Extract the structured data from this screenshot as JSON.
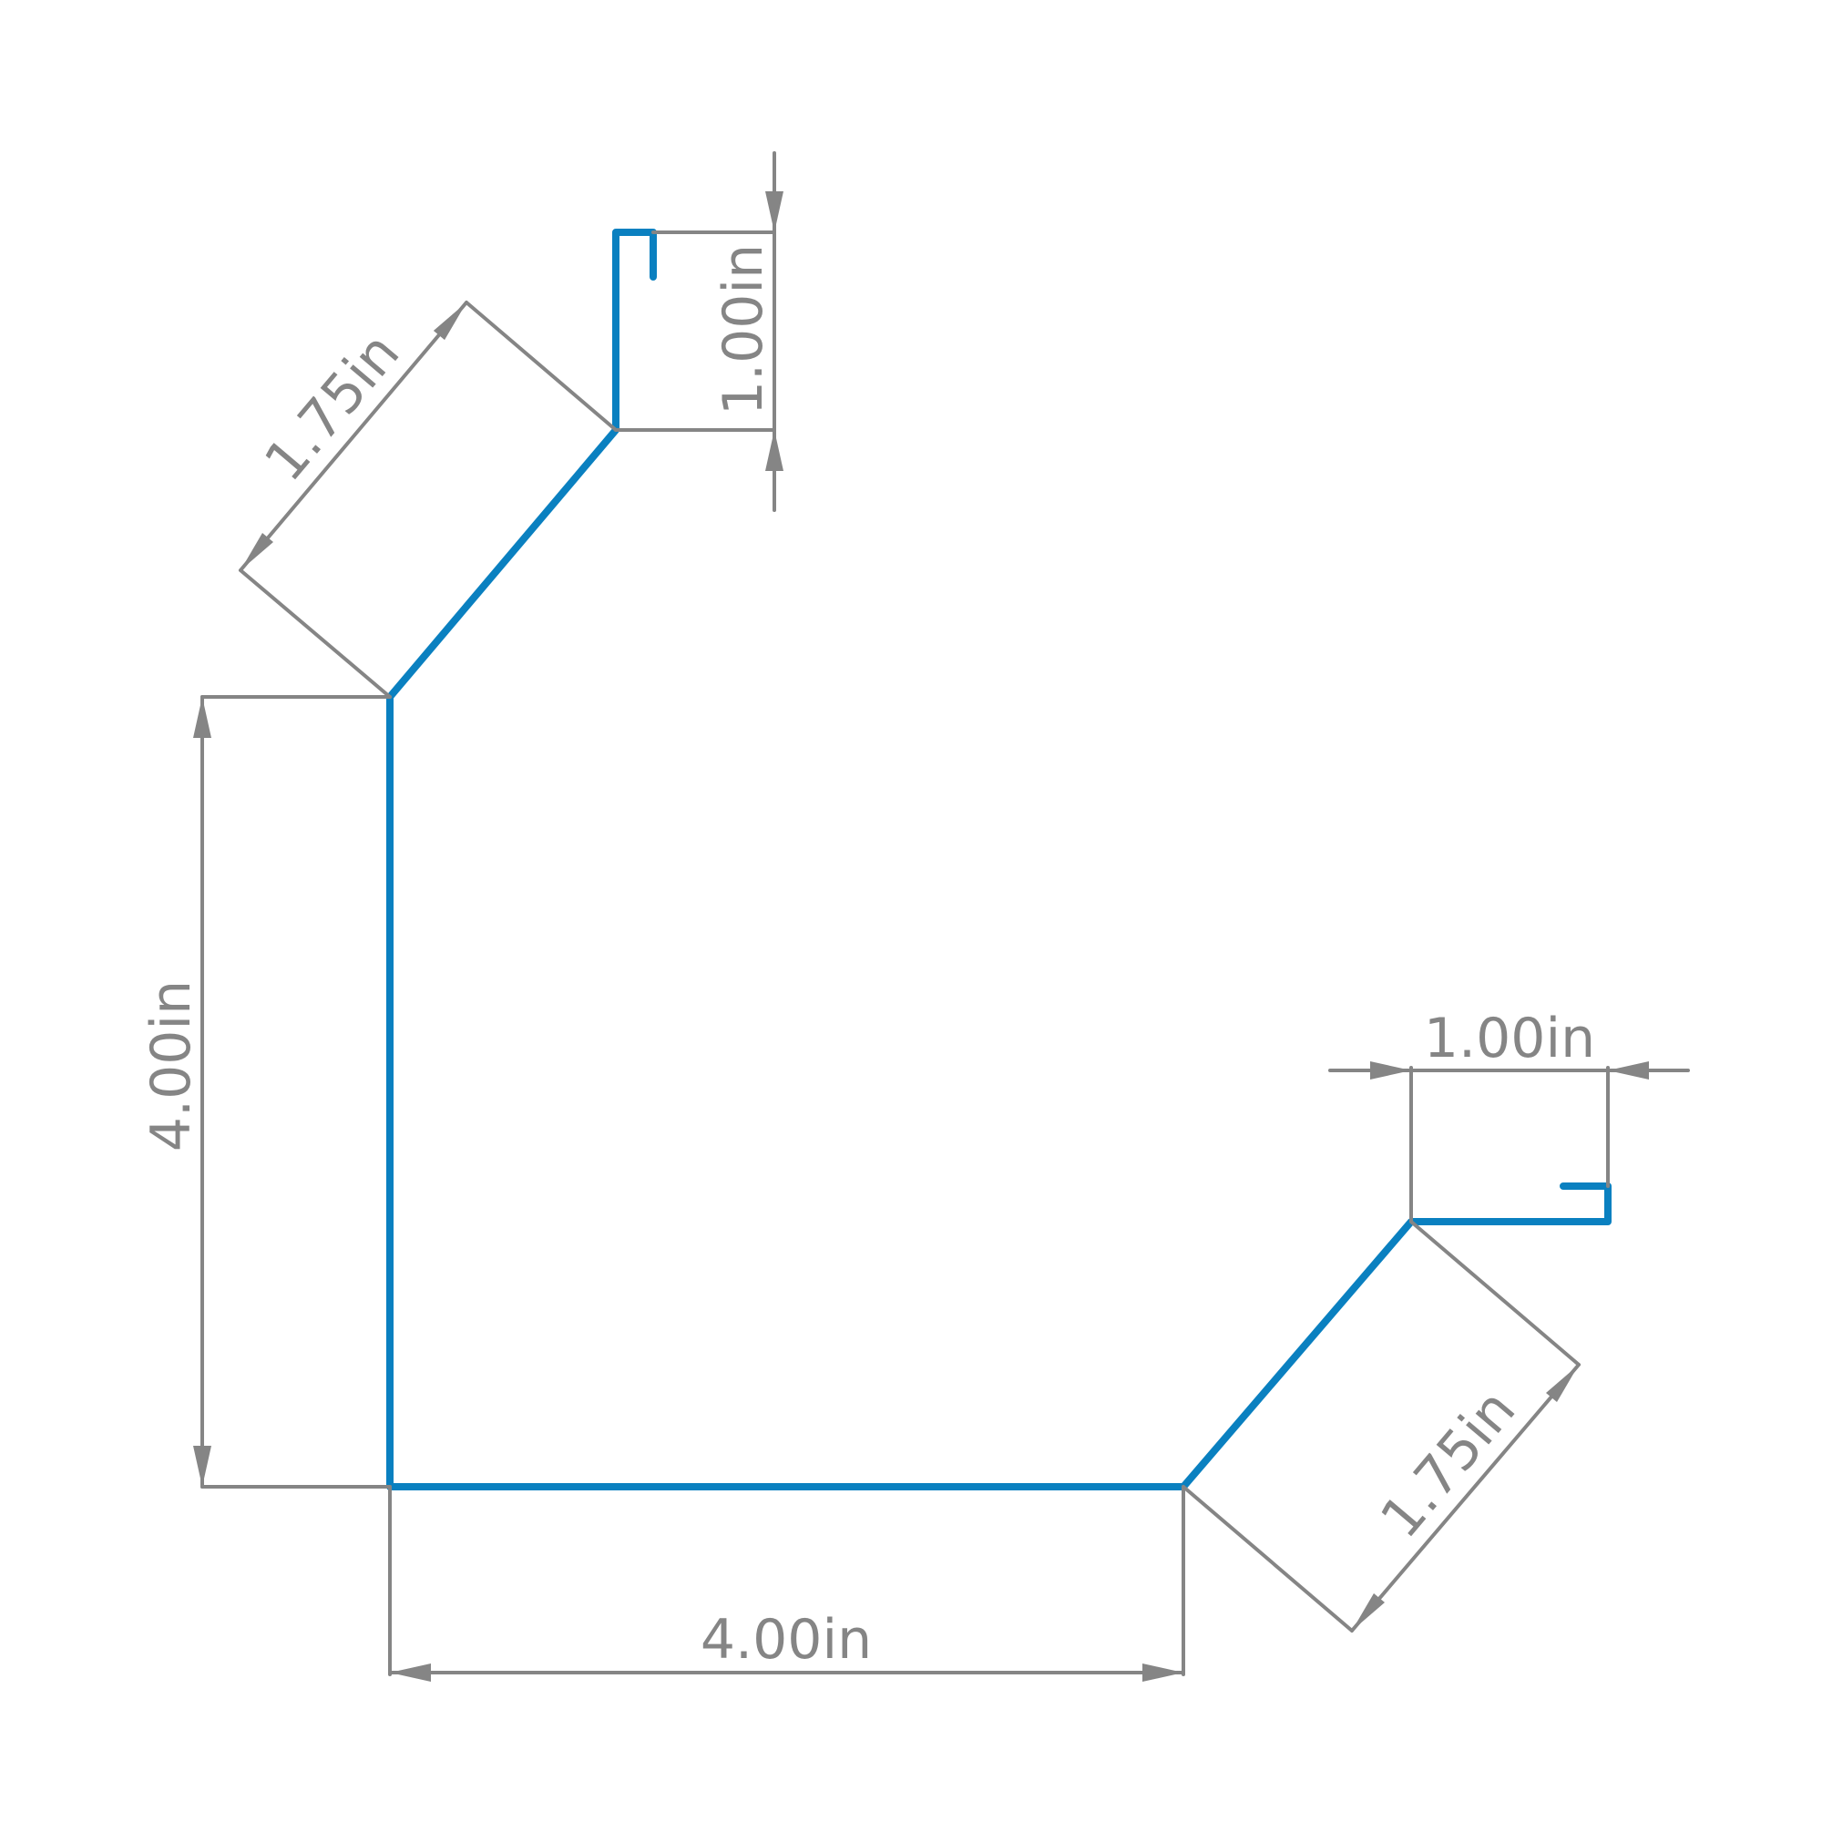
{
  "dimensions": {
    "left_vertical": "4.00in",
    "bottom_horizontal": "4.00in",
    "upper_diagonal": "1.75in",
    "lower_diagonal": "1.75in",
    "top_flange": "1.00in",
    "right_flange": "1.00in"
  },
  "colors": {
    "profile": "#0a80c0",
    "dimension": "#858585"
  }
}
